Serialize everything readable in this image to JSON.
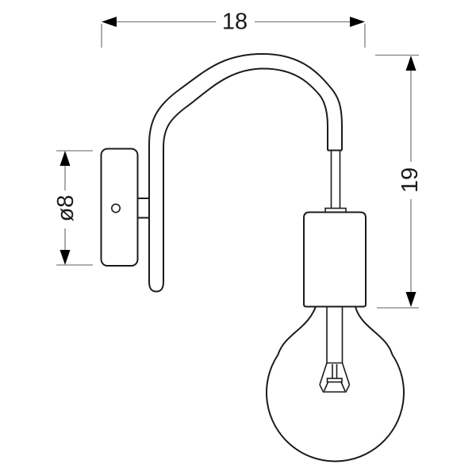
{
  "title": "Wall lamp dimensional drawing",
  "dimensions": {
    "width": {
      "label": "18"
    },
    "height": {
      "label": "19"
    },
    "plate_diameter": {
      "label": "ø8"
    }
  },
  "colors": {
    "background": "#ffffff",
    "outline": "#1b1b1b",
    "dimension_line": "#7f7f7f",
    "arrow": "#000000",
    "text": "#1a1a1a"
  }
}
